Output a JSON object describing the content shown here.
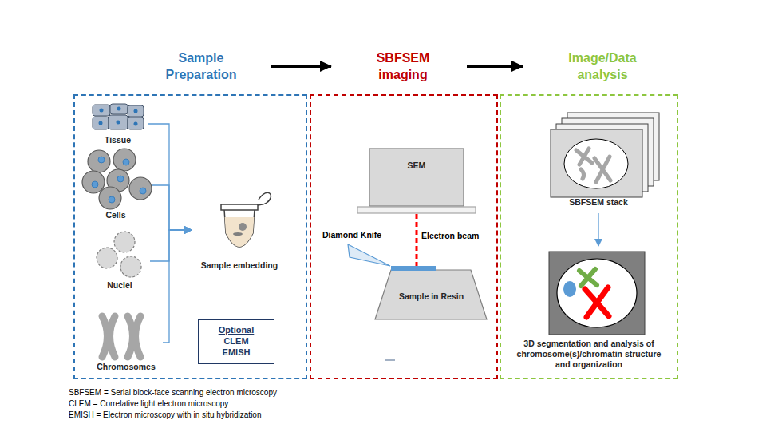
{
  "diagram": {
    "nodes": [
      {
        "text": [
          "Sample Preparation"
        ]
      },
      {
        "text": [
          "Tissue"
        ],
        "in": 0
      },
      {
        "text": [
          "Cells"
        ],
        "in": 0
      },
      {
        "text": [
          "Nuclei"
        ],
        "in": 0
      },
      {
        "text": [
          "Chromosomes"
        ],
        "in": 0
      },
      {
        "text": [
          "Sample embedding"
        ],
        "in": 0
      },
      {
        "text": [
          "Optional",
          "CLEM",
          "EMISH"
        ],
        "in": 0
      },
      {
        "text": [
          "SBFSEM imaging"
        ]
      },
      {
        "text": [
          "SEM"
        ],
        "in": 7
      },
      {
        "text": [
          "Sample in Resin"
        ],
        "in": 7
      },
      {
        "text": [
          "Image/Data analysis"
        ]
      },
      {
        "text": [
          "SBFSEM stack"
        ],
        "in": 10
      },
      {
        "text": [
          "3D segmentation and analysis of chromosome(s)/chromatin structure and organization"
        ],
        "in": 10
      }
    ],
    "edges": [
      {
        "from": 0,
        "to": 7,
        "arrow": "to"
      },
      {
        "from": 7,
        "to": 10,
        "arrow": "to"
      },
      {
        "from": 1,
        "to": 5,
        "arrow": "to"
      },
      {
        "from": 2,
        "to": 5,
        "arrow": "to"
      },
      {
        "from": 3,
        "to": 5,
        "arrow": "to"
      },
      {
        "from": 4,
        "to": 5,
        "arrow": "to"
      },
      {
        "from": 8,
        "to": 9,
        "arrow": "none"
      },
      {
        "from": 11,
        "to": 12,
        "arrow": "to"
      }
    ],
    "labels": [
      "Diamond Knife",
      "Electron beam",
      "SBFSEM = Serial block-face scanning electron microscopy",
      "CLEM = Correlative light electron microscopy",
      "EMISH = Electron microscopy with in situ hybridization"
    ]
  }
}
